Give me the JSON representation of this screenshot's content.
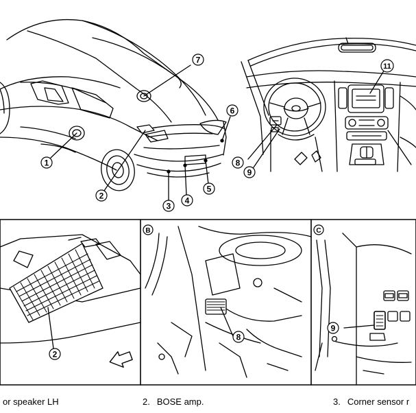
{
  "callouts": {
    "c1": "1",
    "c2": "2",
    "c3": "3",
    "c4": "4",
    "c5": "5",
    "c6": "6",
    "c7": "7",
    "c8": "8",
    "c9": "9",
    "c11": "11"
  },
  "panels": {
    "a": {
      "callout": "2"
    },
    "b": {
      "letter": "B",
      "callout": "8"
    },
    "c": {
      "letter": "C",
      "callout": "9"
    }
  },
  "captions": [
    {
      "number": "",
      "text": "or speaker LH"
    },
    {
      "number": "2.",
      "text": "BOSE amp."
    },
    {
      "number": "3.",
      "text": "Corner sensor r"
    }
  ]
}
